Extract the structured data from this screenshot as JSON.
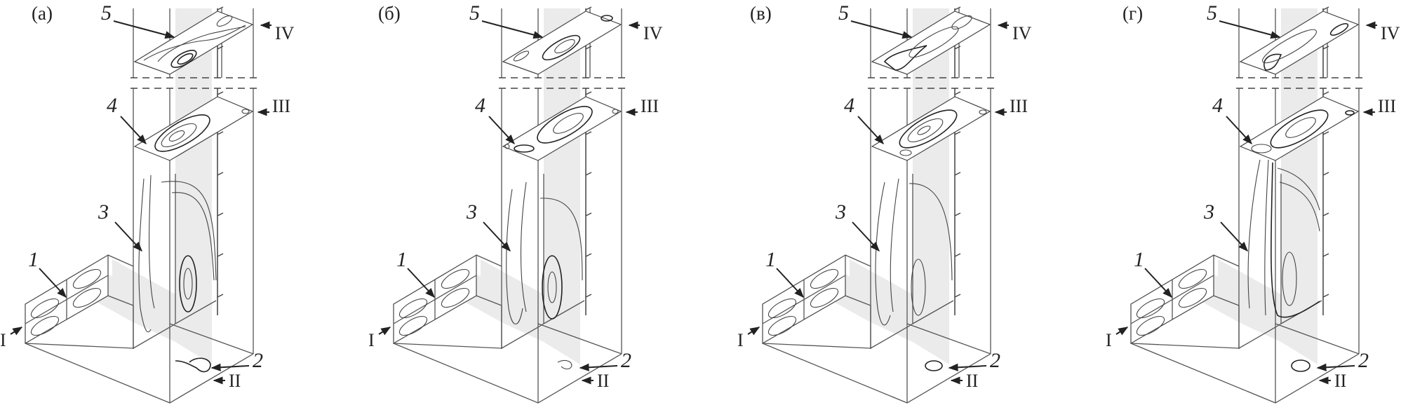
{
  "figure": {
    "description": "Isometric views of a duct junction with streamline patterns in cross-sections I–IV, four cases",
    "panels": [
      {
        "id": "a",
        "label": "(a)"
      },
      {
        "id": "b",
        "label": "(б)"
      },
      {
        "id": "c",
        "label": "(в)"
      },
      {
        "id": "d",
        "label": "(г)"
      }
    ],
    "callouts": [
      "1",
      "2",
      "3",
      "4",
      "5"
    ],
    "section_labels": {
      "I": "I",
      "II": "II",
      "III": "III",
      "IV": "IV"
    }
  }
}
